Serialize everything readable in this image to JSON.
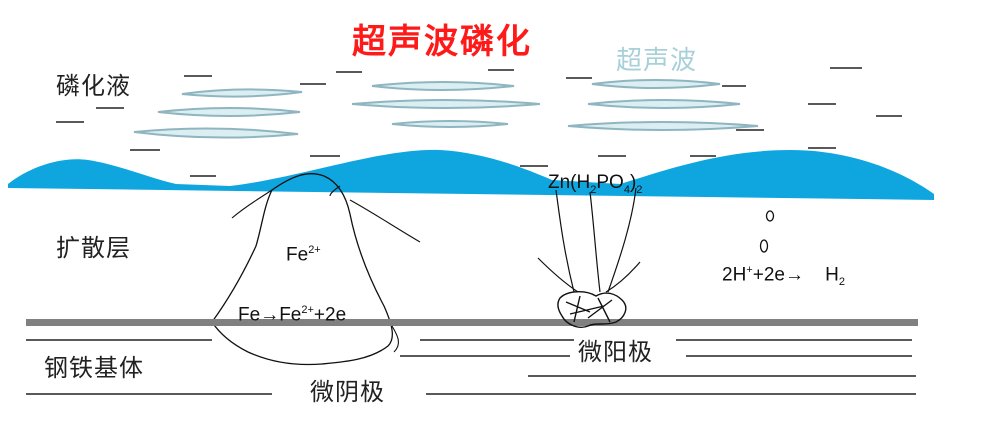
{
  "title": "超声波磷化",
  "ultrasound_label": "超声波",
  "layers": {
    "liquid": "磷化液",
    "diffusion": "扩散层",
    "substrate": "钢铁基体"
  },
  "electrodes": {
    "cathode": "微阴极",
    "anode": "微阳极"
  },
  "formulas": {
    "fe_ion_base": "Fe",
    "fe_ion_charge": "2+",
    "anode_reaction_left": "Fe",
    "anode_reaction_arrow": "→",
    "anode_reaction_ion": "Fe",
    "anode_reaction_charge": "2+",
    "anode_reaction_tail": "+2e",
    "zn_prefix": "Zn(H",
    "zn_sub_h": "2",
    "zn_mid": "PO",
    "zn_sub_o": "4",
    "zn_close": ")",
    "zn_sub_n": "2",
    "h_left": "2H",
    "h_charge": "+",
    "h_mid": "+2e",
    "h_arrow": "→",
    "h_right": "H",
    "h_sub": "2"
  },
  "colors": {
    "title": "#ff1a1a",
    "ultrasound": "#a8d0d8",
    "water": "#0fa6e0",
    "wave_stroke": "#8fb6c0",
    "wave_fill": "#dbeef2",
    "substrate_band": "#808080"
  }
}
